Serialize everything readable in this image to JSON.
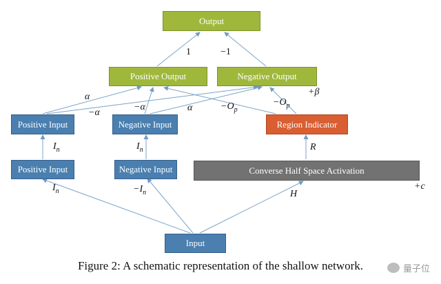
{
  "nodes": {
    "output": "Output",
    "positive_output": "Positive Output",
    "negative_output": "Negative Output",
    "positive_input_upper": "Positive Input",
    "negative_input_upper": "Negative Input",
    "region_indicator": "Region Indicator",
    "positive_input_lower": "Positive Input",
    "negative_input_lower": "Negative Input",
    "converse_half_space": "Converse Half Space Activation",
    "input": "Input"
  },
  "edge_labels": {
    "w_one": "1",
    "w_minus_one": "−1",
    "alpha_1": "α",
    "minus_alpha_1": "−α",
    "minus_alpha_2": "−α",
    "alpha_2": "α",
    "minus_op_1_main": "−O",
    "minus_op_1_sub": "p",
    "minus_op_2_main": "−O",
    "minus_op_2_sub": "p",
    "plus_beta": "+β",
    "in_1_main": "I",
    "in_1_sub": "n",
    "in_2_main": "I",
    "in_2_sub": "n",
    "r": "R",
    "in_3_main": "I",
    "in_3_sub": "n",
    "minus_in_main": "−I",
    "minus_in_sub": "n",
    "h": "H",
    "plus_c": "+c"
  },
  "caption": "Figure 2: A schematic representation of the shallow network.",
  "watermark": "量子位",
  "colors": {
    "green_node": "#9fb83c",
    "blue_node": "#4a7fb0",
    "red_node": "#d95e31",
    "gray_node": "#727272",
    "edge": "#7aa3c8"
  }
}
